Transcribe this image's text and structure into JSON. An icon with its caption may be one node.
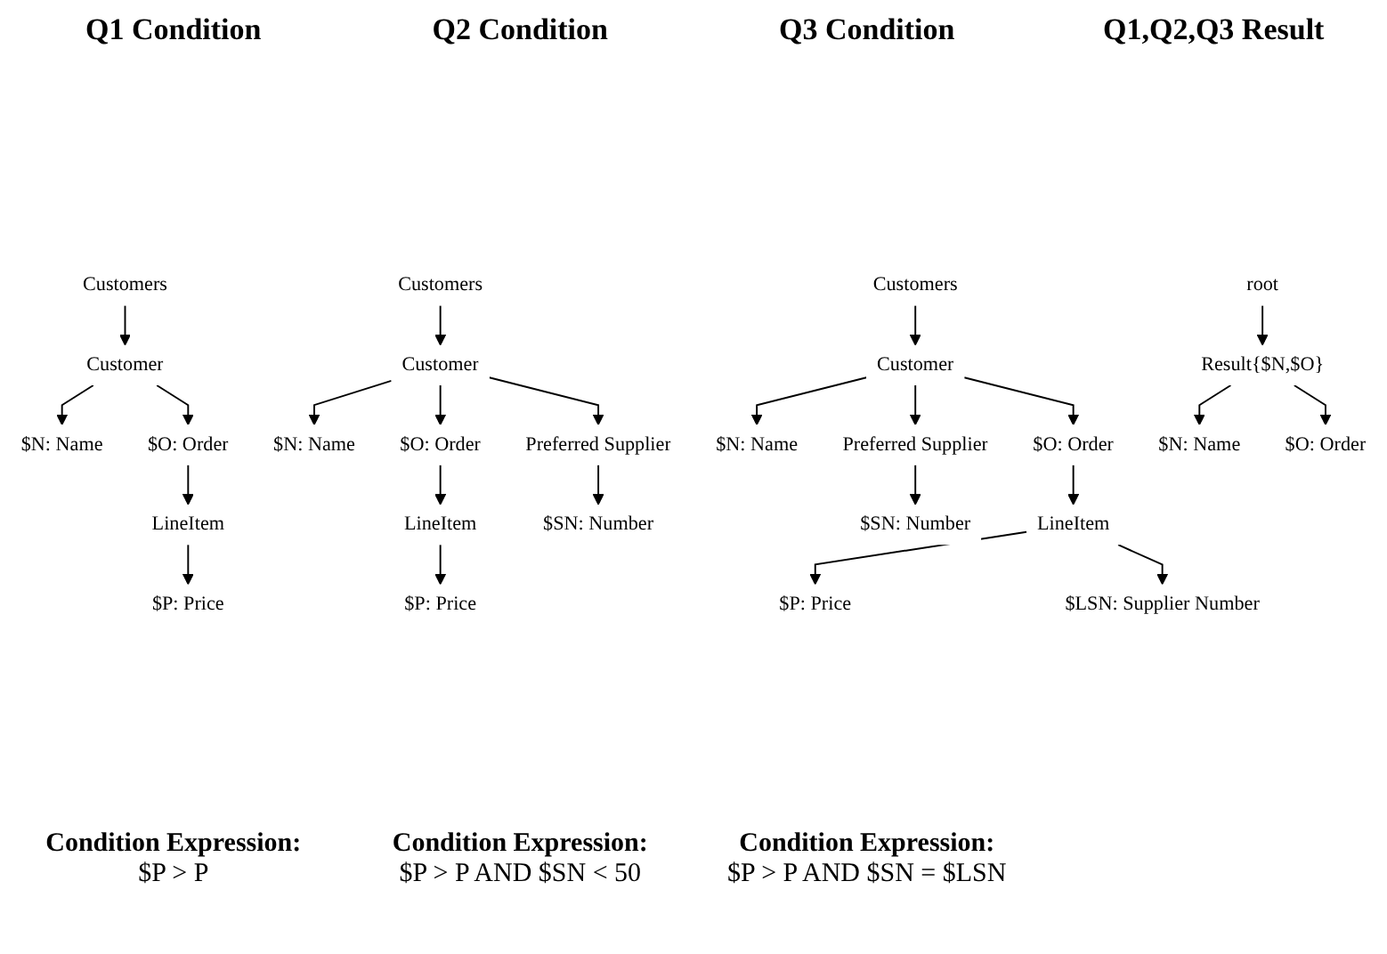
{
  "diagram": {
    "nodes": [
      {
        "text": [
          "Customers"
        ]
      },
      {
        "text": [
          "Customer"
        ]
      },
      {
        "text": [
          "$N: Name"
        ]
      },
      {
        "text": [
          "$O: Order"
        ]
      },
      {
        "text": [
          "LineItem"
        ]
      },
      {
        "text": [
          "$P: Price"
        ]
      },
      {
        "text": [
          "Customers"
        ]
      },
      {
        "text": [
          "Customer"
        ]
      },
      {
        "text": [
          "$N: Name"
        ]
      },
      {
        "text": [
          "$O: Order"
        ]
      },
      {
        "text": [
          "Preferred Supplier"
        ]
      },
      {
        "text": [
          "LineItem"
        ]
      },
      {
        "text": [
          "$SN: Number"
        ]
      },
      {
        "text": [
          "$P: Price"
        ]
      },
      {
        "text": [
          "Customers"
        ]
      },
      {
        "text": [
          "Customer"
        ]
      },
      {
        "text": [
          "$N: Name"
        ]
      },
      {
        "text": [
          "$O: Order"
        ]
      },
      {
        "text": [
          "Preferred Supplier"
        ]
      },
      {
        "text": [
          "$SN: Number"
        ]
      },
      {
        "text": [
          "LineItem"
        ]
      },
      {
        "text": [
          "$P: Price"
        ]
      },
      {
        "text": [
          "$LSN: Supplier Number"
        ]
      },
      {
        "text": [
          "root"
        ]
      },
      {
        "text": [
          "Result{$N,$O}"
        ]
      },
      {
        "text": [
          "$N: Name"
        ]
      },
      {
        "text": [
          "$O: Order"
        ]
      }
    ],
    "edges": [
      {
        "from": 0,
        "to": 1,
        "arrow": "to"
      },
      {
        "from": 1,
        "to": 2,
        "arrow": "to"
      },
      {
        "from": 1,
        "to": 3,
        "arrow": "to"
      },
      {
        "from": 3,
        "to": 4,
        "arrow": "to"
      },
      {
        "from": 4,
        "to": 5,
        "arrow": "to"
      },
      {
        "from": 6,
        "to": 7,
        "arrow": "to"
      },
      {
        "from": 7,
        "to": 8,
        "arrow": "to"
      },
      {
        "from": 7,
        "to": 9,
        "arrow": "to"
      },
      {
        "from": 7,
        "to": 10,
        "arrow": "to"
      },
      {
        "from": 10,
        "to": 12,
        "arrow": "to"
      },
      {
        "from": 9,
        "to": 11,
        "arrow": "to"
      },
      {
        "from": 11,
        "to": 13,
        "arrow": "to"
      },
      {
        "from": 14,
        "to": 15,
        "arrow": "to"
      },
      {
        "from": 15,
        "to": 16,
        "arrow": "to"
      },
      {
        "from": 15,
        "to": 17,
        "arrow": "to"
      },
      {
        "from": 15,
        "to": 18,
        "arrow": "to"
      },
      {
        "from": 18,
        "to": 19,
        "arrow": "to"
      },
      {
        "from": 17,
        "to": 20,
        "arrow": "to"
      },
      {
        "from": 20,
        "to": 21,
        "arrow": "to"
      },
      {
        "from": 20,
        "to": 22,
        "arrow": "to"
      },
      {
        "from": 23,
        "to": 24,
        "arrow": "to"
      },
      {
        "from": 24,
        "to": 25,
        "arrow": "to"
      },
      {
        "from": 24,
        "to": 26,
        "arrow": "to"
      }
    ],
    "labels": [
      "Q1 Condition",
      "Q2 Condition",
      "Q3 Condition",
      "Q1,Q2,Q3 Result",
      "Condition Expression:",
      "$P > P",
      "Condition Expression:",
      "$P > P AND $SN < 50",
      "Condition Expression:",
      "$P > P AND $SN = $LSN"
    ]
  }
}
